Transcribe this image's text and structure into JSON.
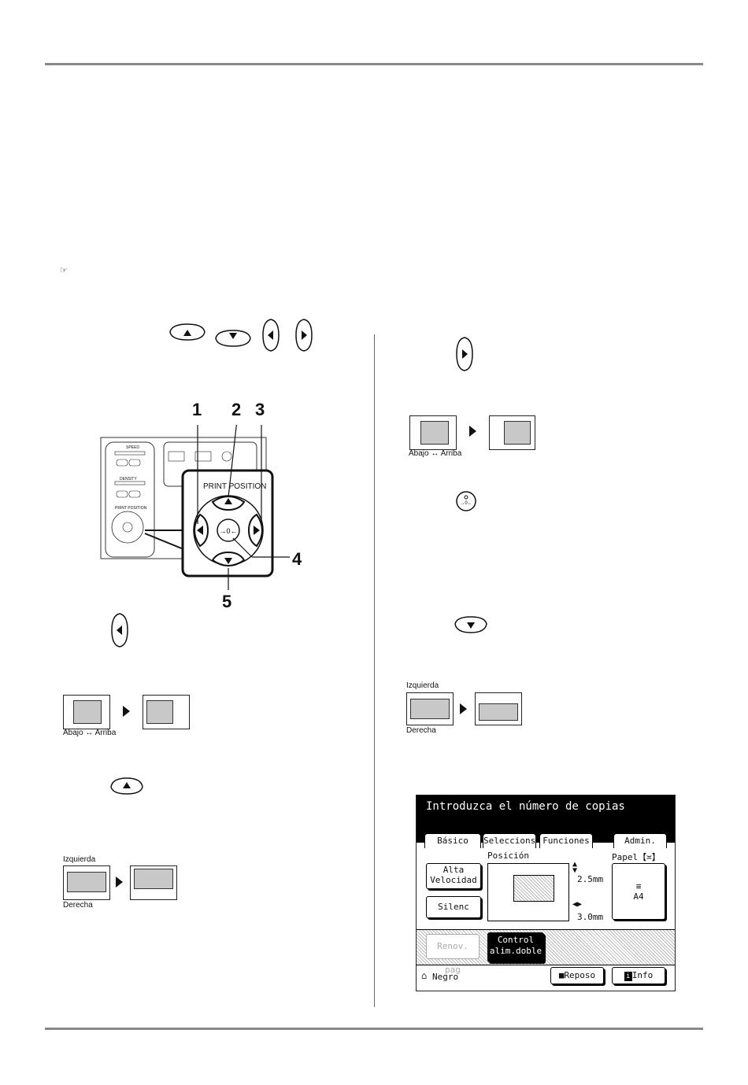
{
  "page": {
    "note_icon": "pointing-hand-icon"
  },
  "diagram": {
    "callouts": [
      "1",
      "2",
      "3",
      "4",
      "5"
    ],
    "panel_title": "PRINT POSITION",
    "speed_label": "SPEED",
    "density_label": "DENSITY",
    "print_position_small": "PRINT POSITION"
  },
  "figures": {
    "left_arrow_caption": "Abajo ↔ Arriba",
    "up_arrow_top": "Izquierda",
    "up_arrow_bottom": "Derecha",
    "right_arrow_caption": "Abajo ↔ Arriba",
    "down_arrow_top": "Izquierda",
    "down_arrow_bottom": "Derecha"
  },
  "lcd": {
    "title": "Introduzca el número de copias",
    "tabs": [
      "Básico",
      "Seleccions",
      "Funciones",
      "Admin."
    ],
    "position_label": "Posición",
    "paper_label": "Papel【≍】",
    "btn_alta": "Alta\nVelocidad",
    "btn_silenc": "Silenc",
    "vertical_value": "2.5mm",
    "horizontal_value": "3.0mm",
    "paper_size": "A4",
    "btn_renov": "Renov. pag",
    "btn_control": "Control\nalim.doble",
    "ink_label": "Negro",
    "btn_reposo": "Reposo",
    "btn_info": "Info"
  }
}
